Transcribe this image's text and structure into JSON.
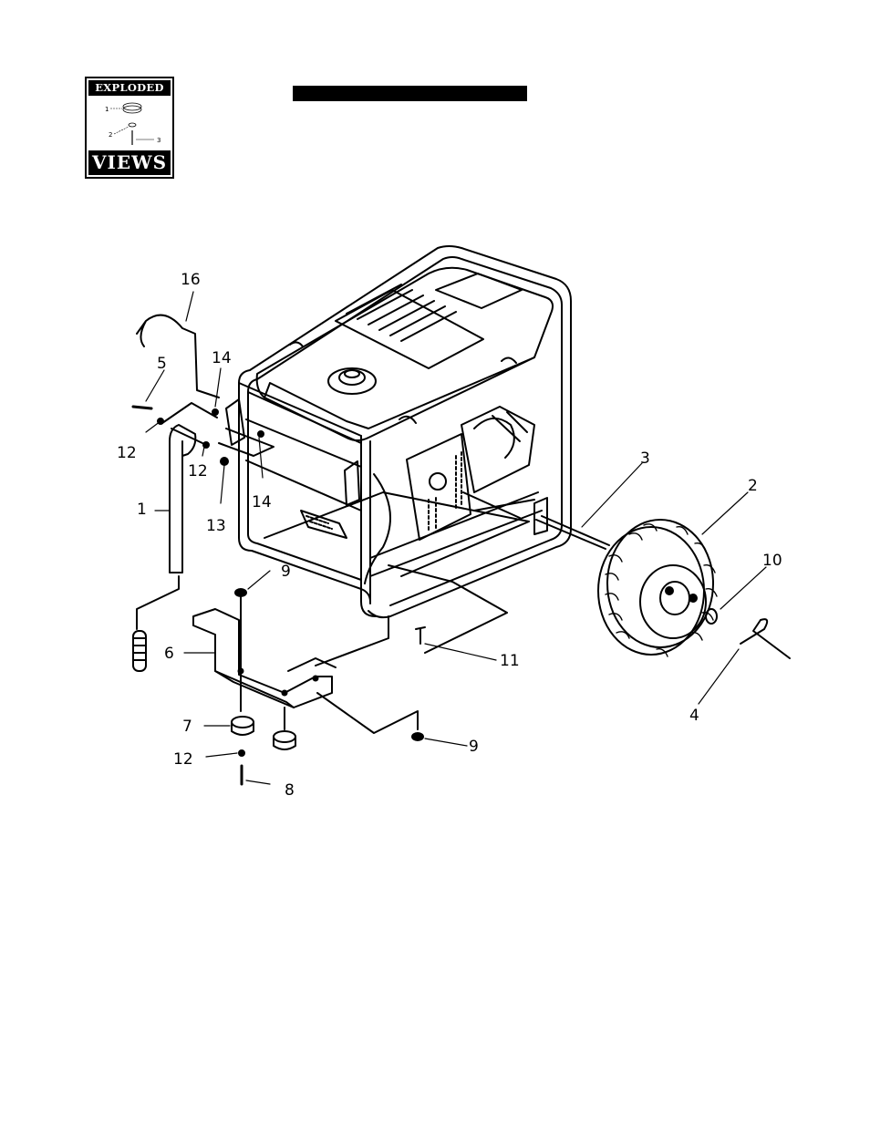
{
  "badge": {
    "top_text": "EXPLODED",
    "bottom_text": "VIEWS",
    "mini_labels": [
      "1",
      "2",
      "3"
    ]
  },
  "title_bar": "",
  "callouts": [
    "1",
    "2",
    "3",
    "4",
    "5",
    "6",
    "7",
    "8",
    "9",
    "9",
    "10",
    "11",
    "12",
    "12",
    "12",
    "13",
    "14",
    "14",
    "16"
  ]
}
